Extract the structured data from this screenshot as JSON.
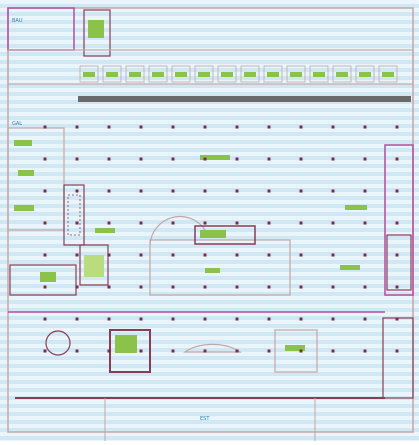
{
  "plan": {
    "colors": {
      "background": "#cfe8f3",
      "stripe": "#e9f5fb",
      "wall": "#c4a6a6",
      "wall_dark": "#8a3b55",
      "accent_wall": "#b54b9e",
      "room_fill": "#8bc34a",
      "room_fill_light": "#b9dc7e",
      "column": "#7b2a4a",
      "label": "#2a7fb8",
      "corridor": "#6a6a6a"
    },
    "column_rows": 8,
    "column_cols": 12,
    "labels": {
      "top_left": "BAU",
      "mid_left": "GAL",
      "bottom_center": "EST"
    }
  }
}
